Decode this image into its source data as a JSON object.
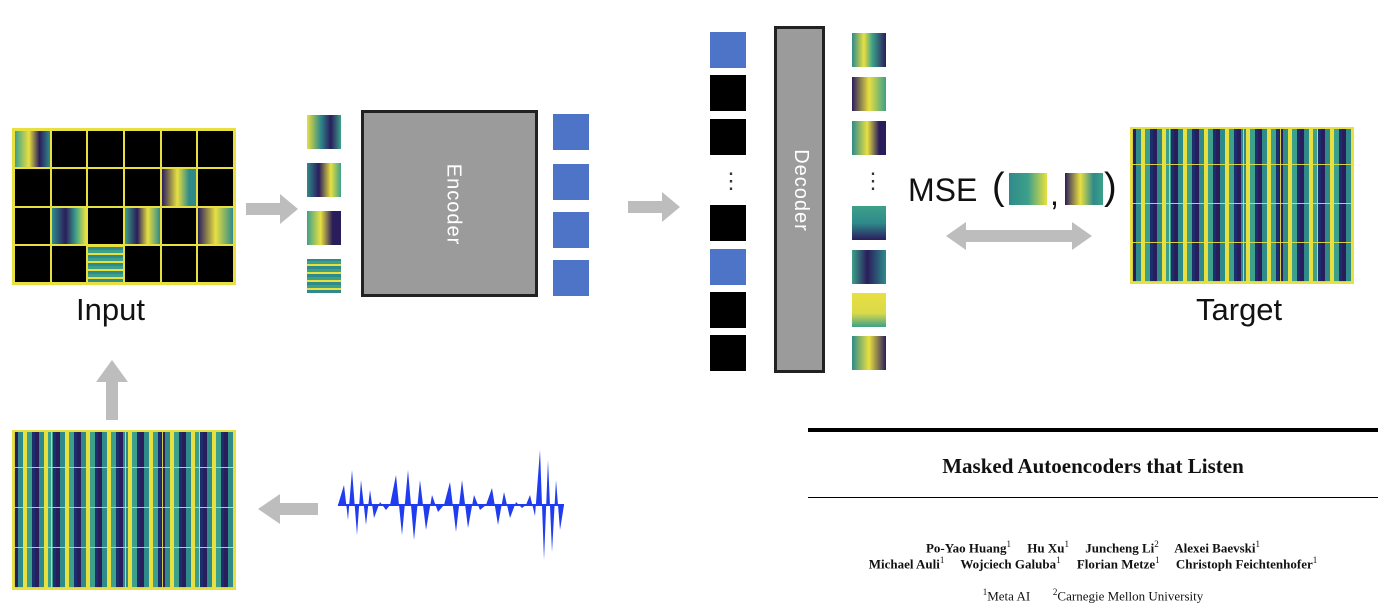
{
  "diagram": {
    "input_label": "Input",
    "encoder_label": "Encoder",
    "decoder_label": "Decoder",
    "target_label": "Target",
    "mse_label": "MSE",
    "paren_open": "(",
    "comma": ",",
    "paren_close": ")",
    "ellipsis": "…",
    "ellipsis_v": "⋮",
    "colors": {
      "spectro_dark": "#2a1d5c",
      "spectro_mid": "#2f8a8a",
      "spectro_bright": "#e8e040",
      "token_blue": "#4e74c8",
      "box_gray": "#9b9b9b",
      "arrow_gray": "#bdbdbd",
      "waveform_blue": "#1f3cf0"
    }
  },
  "paper": {
    "title": "Masked Autoencoders that Listen",
    "authors_line1": [
      {
        "name": "Po-Yao Huang",
        "aff": "1"
      },
      {
        "name": "Hu Xu",
        "aff": "1"
      },
      {
        "name": "Juncheng Li",
        "aff": "2"
      },
      {
        "name": "Alexei Baevski",
        "aff": "1"
      }
    ],
    "authors_line2": [
      {
        "name": "Michael Auli",
        "aff": "1"
      },
      {
        "name": "Wojciech Galuba",
        "aff": "1"
      },
      {
        "name": "Florian Metze",
        "aff": "1"
      },
      {
        "name": "Christoph Feichtenhofer",
        "aff": "1"
      }
    ],
    "affiliations": [
      {
        "mark": "1",
        "name": "Meta AI"
      },
      {
        "mark": "2",
        "name": "Carnegie Mellon University"
      }
    ]
  }
}
